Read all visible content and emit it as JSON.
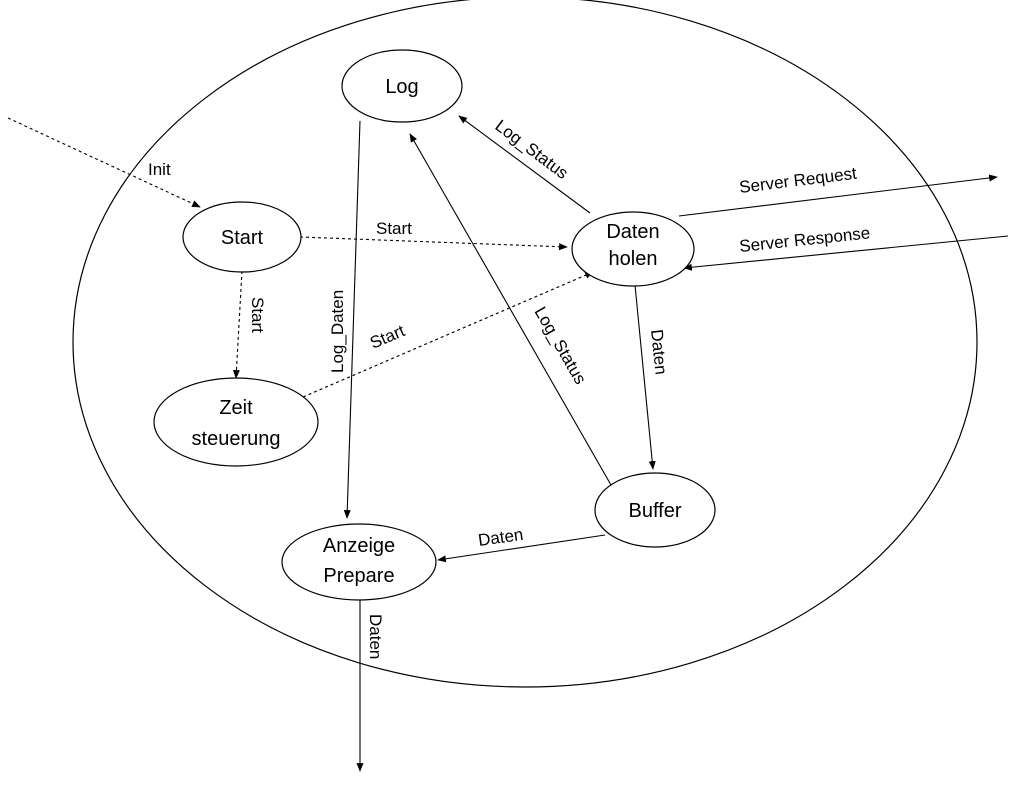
{
  "nodes": {
    "log": {
      "label": "Log"
    },
    "start": {
      "label": "Start"
    },
    "daten_holen": {
      "line1": "Daten",
      "line2": "holen"
    },
    "zeitsteuerung": {
      "line1": "Zeit",
      "line2": "steuerung"
    },
    "buffer": {
      "label": "Buffer"
    },
    "anzeige_prepare": {
      "line1": "Anzeige",
      "line2": "Prepare"
    }
  },
  "edges": {
    "init": "Init",
    "start_to_daten": "Start",
    "start_to_zeit": "Start",
    "zeit_to_daten": "Start",
    "log_status_daten": "Log_Status",
    "log_status_buffer": "Log_Status",
    "log_daten": "Log_Daten",
    "daten_to_buffer": "Daten",
    "buffer_to_anzeige": "Daten",
    "anzeige_out": "Daten",
    "server_request": "Server Request",
    "server_response": "Server Response"
  }
}
